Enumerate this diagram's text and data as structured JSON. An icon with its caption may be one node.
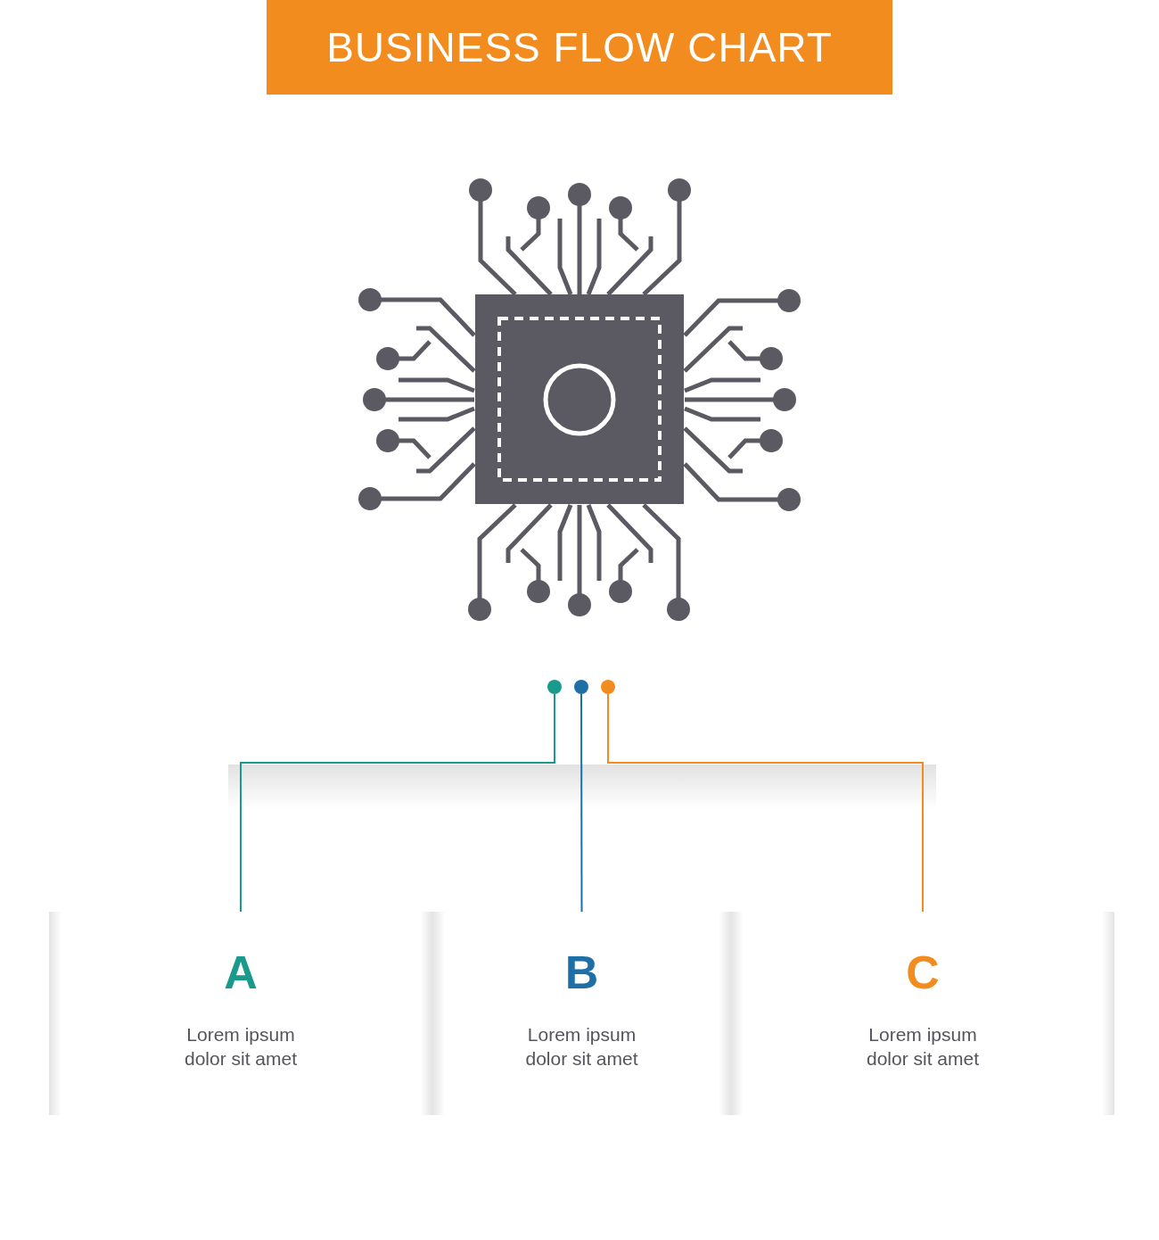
{
  "diagram": {
    "title": "BUSINESS FLOW CHART",
    "nodes": [
      {
        "text": [],
        "shape": "circle"
      },
      {
        "text": [],
        "shape": "circle"
      },
      {
        "text": [],
        "shape": "circle"
      },
      {
        "text": [
          "A",
          "Lorem ipsum dolor sit amet"
        ]
      },
      {
        "text": [
          "B",
          "Lorem ipsum dolor sit amet"
        ]
      },
      {
        "text": [
          "C",
          "Lorem ipsum dolor sit amet"
        ]
      }
    ],
    "edges": [
      {
        "from": 0,
        "to": 3,
        "arrow": "none",
        "color": "#1a9a8a"
      },
      {
        "from": 1,
        "to": 4,
        "arrow": "none",
        "color": "#1d6fa5"
      },
      {
        "from": 2,
        "to": 5,
        "arrow": "none",
        "color": "#f28c1f"
      }
    ]
  }
}
